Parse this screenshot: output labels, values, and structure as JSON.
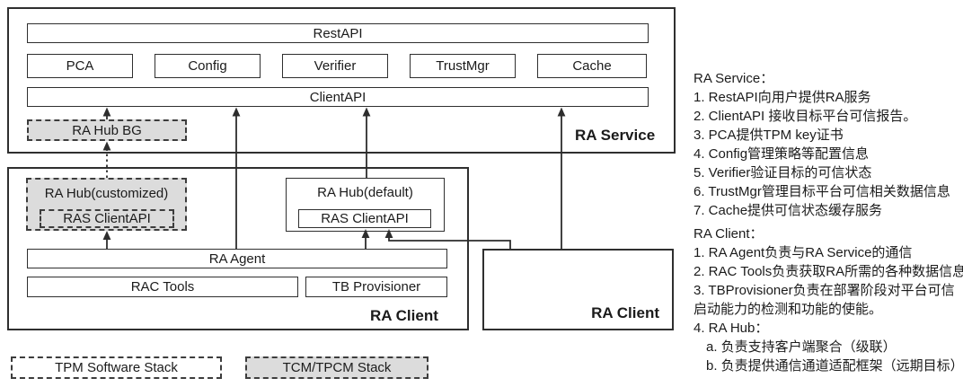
{
  "service": {
    "label": "RA Service",
    "rest_api": "RestAPI",
    "client_api": "ClientAPI",
    "components": [
      "PCA",
      "Config",
      "Verifier",
      "TrustMgr",
      "Cache"
    ],
    "hub_bg": "RA Hub BG"
  },
  "client_left": {
    "label": "RA Client",
    "hub_customized": {
      "title": "RA Hub(customized)",
      "inner": "RAS ClientAPI"
    },
    "hub_default": {
      "title": "RA Hub(default)",
      "inner": "RAS ClientAPI"
    },
    "agent": "RA Agent",
    "rac_tools": "RAC Tools",
    "tb_provisioner": "TB Provisioner"
  },
  "client_right": {
    "label": "RA Client"
  },
  "legend": {
    "tpm": "TPM Software Stack",
    "tcm": "TCM/TPCM Stack"
  },
  "notes_service": {
    "title": "RA Service：",
    "lines": [
      "1. RestAPI向用户提供RA服务",
      "2. ClientAPI 接收目标平台可信报告。",
      "3. PCA提供TPM key证书",
      "4. Config管理策略等配置信息",
      "5. Verifier验证目标的可信状态",
      "6. TrustMgr管理目标平台可信相关数据信息",
      "7. Cache提供可信状态缓存服务"
    ]
  },
  "notes_client": {
    "title": "RA Client：",
    "lines": [
      "1. RA Agent负责与RA Service的通信",
      "2. RAC Tools负责获取RA所需的各种数据信息",
      "3. TBProvisioner负责在部署阶段对平台可信",
      "启动能力的检测和功能的使能。",
      "4. RA Hub：",
      "a. 负责支持客户端聚合（级联）",
      "b. 负责提供通信通道适配框架（远期目标）"
    ]
  },
  "colors": {
    "line": "#2d2d2d",
    "gray_fill": "#dcdcdc",
    "border": "#2f2f2f",
    "text": "#1b1b1b"
  }
}
